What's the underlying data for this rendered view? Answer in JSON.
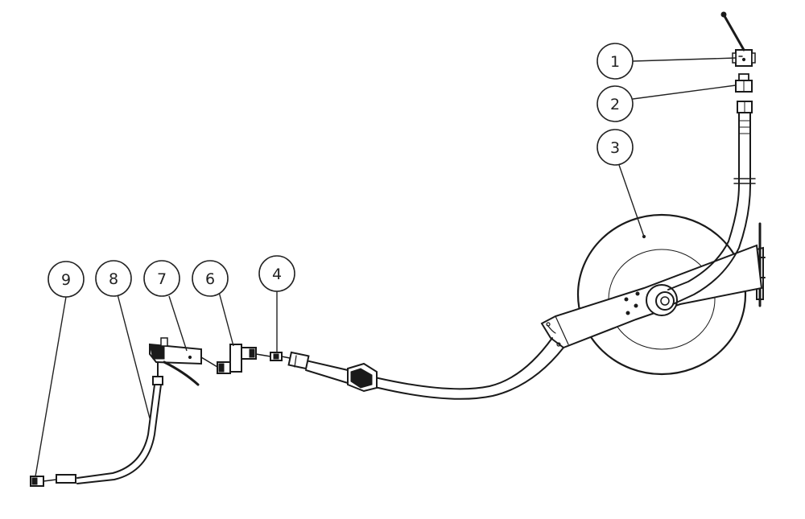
{
  "callouts": [
    {
      "id": "1",
      "label": "1"
    },
    {
      "id": "2",
      "label": "2"
    },
    {
      "id": "3",
      "label": "3"
    },
    {
      "id": "4",
      "label": "4"
    },
    {
      "id": "6",
      "label": "6"
    },
    {
      "id": "7",
      "label": "7"
    },
    {
      "id": "8",
      "label": "8"
    },
    {
      "id": "9",
      "label": "9"
    }
  ]
}
